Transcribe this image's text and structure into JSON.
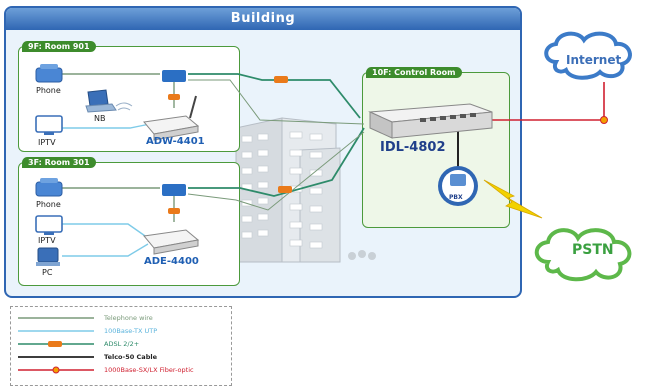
{
  "building": {
    "title": "Building"
  },
  "rooms": {
    "r901": {
      "label": "9F: Room 901"
    },
    "r301": {
      "label": "3F: Room 301"
    },
    "control": {
      "label": "10F: Control Room"
    }
  },
  "devices": {
    "phone_901": "Phone",
    "nb_901": "NB",
    "iptv_901": "IPTV",
    "adw": "ADW-4401",
    "phone_301": "Phone",
    "iptv_301": "IPTV",
    "pc_301": "PC",
    "ade": "ADE-4400",
    "idl": "IDL-4802",
    "pbx": "PBX"
  },
  "clouds": {
    "internet": "Internet",
    "pstn": "PSTN"
  },
  "legend": [
    {
      "label": "Telephone wire",
      "color": "#7a9a7a"
    },
    {
      "label": "100Base-TX UTP",
      "color": "#7ecbe8"
    },
    {
      "label": "ADSL 2/2+",
      "color": "#2e8b6a"
    },
    {
      "label": "Telco-50 Cable",
      "color": "#222222"
    },
    {
      "label": "1000Base-SX/LX Fiber-optic",
      "color": "#d02030"
    }
  ],
  "colors": {
    "frame": "#2f66b3",
    "room_border": "#4c9a3c",
    "fiber": "#d02030",
    "adsl": "#2e8b6a",
    "utp": "#7ecbe8",
    "cloud_blue": "#3c7bc8",
    "cloud_green": "#5db84a"
  }
}
